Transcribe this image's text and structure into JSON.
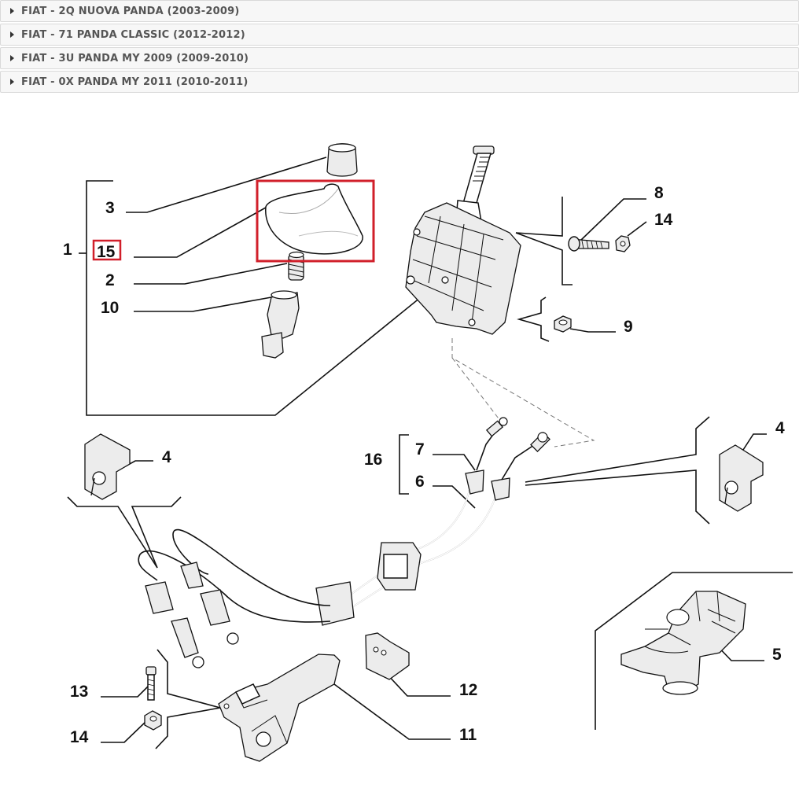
{
  "accordion": {
    "items": [
      {
        "label": "FIAT - 2Q NUOVA PANDA (2003-2009)"
      },
      {
        "label": "FIAT - 71 PANDA CLASSIC (2012-2012)"
      },
      {
        "label": "FIAT - 3U PANDA MY 2009 (2009-2010)"
      },
      {
        "label": "FIAT - 0X PANDA MY 2011 (2010-2011)"
      }
    ]
  },
  "diagram": {
    "highlight_color": "#d11f2a",
    "callouts": {
      "c1": "1",
      "c3": "3",
      "c15": "15",
      "c2": "2",
      "c10": "10",
      "c8": "8",
      "c14a": "14",
      "c9": "9",
      "c4a": "4",
      "c4b": "4",
      "c16": "16",
      "c7": "7",
      "c6": "6",
      "c13": "13",
      "c14b": "14",
      "c12": "12",
      "c11": "11",
      "c5": "5"
    }
  }
}
